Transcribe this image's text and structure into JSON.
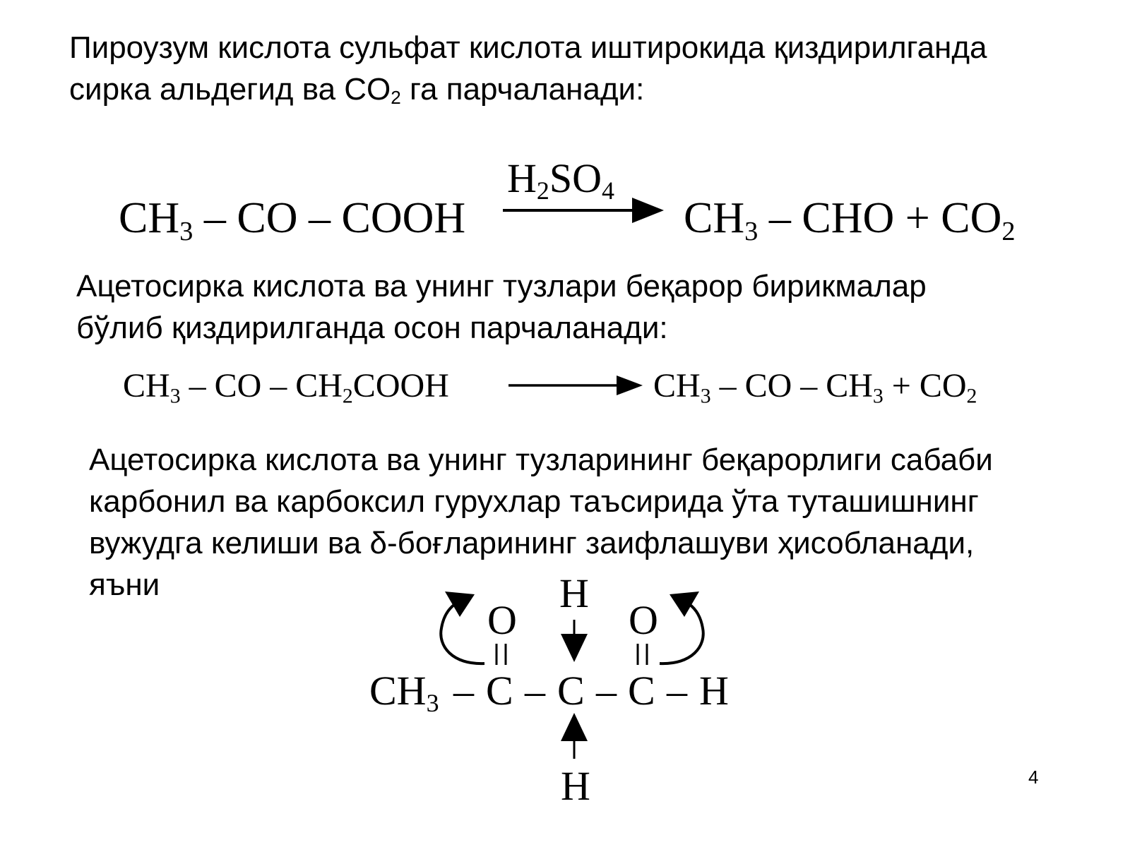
{
  "paragraph1": {
    "line1": "Пироузум кислота сульфат кислота иштирокида қиздирилганда",
    "line2_a": "сирка альдегид ва CO",
    "line2_sub": "2",
    "line2_b": " га парчаланади:"
  },
  "reaction1": {
    "reactant": {
      "p1": "CH",
      "s1": "3",
      "p2": " – CO – COOH"
    },
    "catalyst": {
      "p1": "H",
      "s1": "2",
      "p2": "SO",
      "s2": "4"
    },
    "product": {
      "p1": "CH",
      "s1": "3",
      "p2": " – CHO  +  CO",
      "s2": "2"
    }
  },
  "paragraph2": {
    "line1": "Ацетосирка кислота ва унинг тузлари беқарор бирикмалар",
    "line2": "бўлиб қиздирилганда осон парчаланади:"
  },
  "reaction2": {
    "reactant": {
      "p1": "CH",
      "s1": "3",
      "p2": " – CO – CH",
      "s2": "2",
      "p3": "COOH"
    },
    "product": {
      "p1": "CH",
      "s1": "3",
      "p2": " – CO – CH",
      "s2": "3",
      "p3": "  +  CO",
      "s3": "2"
    }
  },
  "paragraph3": {
    "line1": "Ацетосирка кислота ва унинг тузларининг беқарорлиги сабаби",
    "line2": "карбонил ва карбоксил гурухлар таъсирида ўта туташишнинг",
    "line3": "вужудга келиши ва δ-боғларининг заифлашуви ҳисобланади,",
    "line4": "яъни"
  },
  "structure": {
    "ch3": "CH",
    "ch3_sub": "3",
    "dash": "–",
    "c": "C",
    "o": "O",
    "h": "H"
  },
  "page_number": "4"
}
